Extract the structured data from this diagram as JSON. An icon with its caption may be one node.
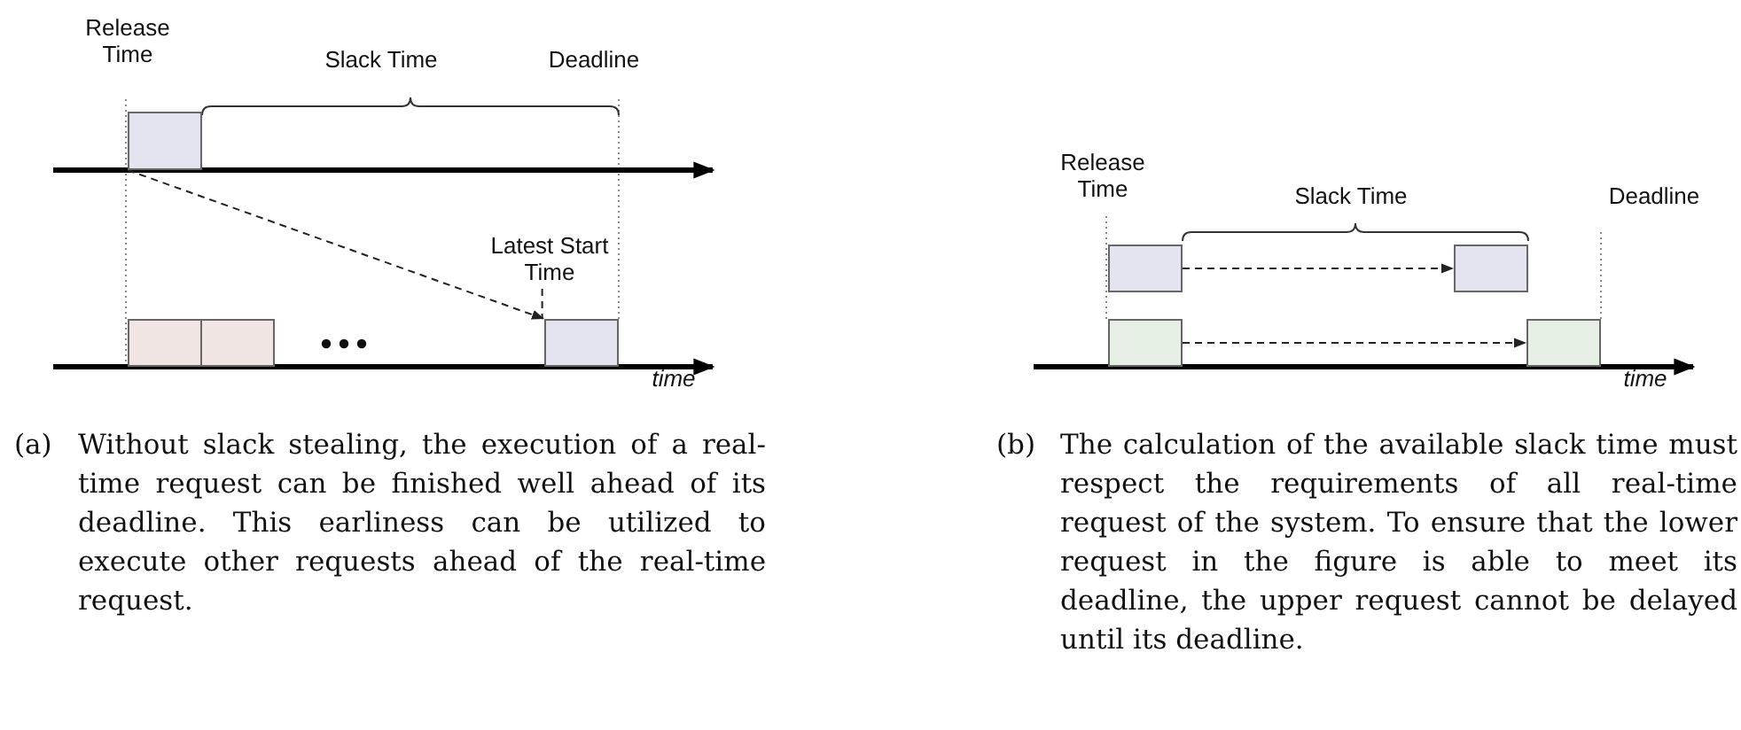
{
  "diagram": {
    "nodes": [
      {
        "text": [],
        "shape": "box"
      },
      {
        "text": [
          "Latest Start Time"
        ]
      },
      {
        "text": [],
        "shape": "box"
      },
      {
        "text": [],
        "shape": "box"
      },
      {
        "text": [],
        "shape": "box"
      },
      {
        "text": [],
        "shape": "box"
      },
      {
        "text": [],
        "shape": "box"
      },
      {
        "text": [],
        "shape": "box"
      },
      {
        "text": [],
        "shape": "box"
      }
    ],
    "edges": [
      {
        "from": 0,
        "to": 4,
        "arrow": "to",
        "style": "dashed"
      },
      {
        "from": 1,
        "to": 4,
        "arrow": "none",
        "style": "dashed"
      },
      {
        "from": 5,
        "to": 6,
        "arrow": "to",
        "style": "dashed"
      },
      {
        "from": 7,
        "to": 8,
        "arrow": "to",
        "style": "dashed"
      }
    ],
    "labels": [
      "Release Time",
      "Slack Time",
      "Deadline",
      "time",
      "Release Time",
      "Slack Time",
      "Deadline",
      "time",
      "(a)",
      "Without slack stealing, the execution of a real-time request can be finished well ahead of its deadline. This earliness can be utilized to execute other requests ahead of the real-time request.",
      "(b)",
      "The calculation of the available slack time must respect the requirements of all real-time request of the system. To ensure that the lower request in the figure is able to meet its deadline, the upper request cannot be delayed until its deadline."
    ]
  }
}
